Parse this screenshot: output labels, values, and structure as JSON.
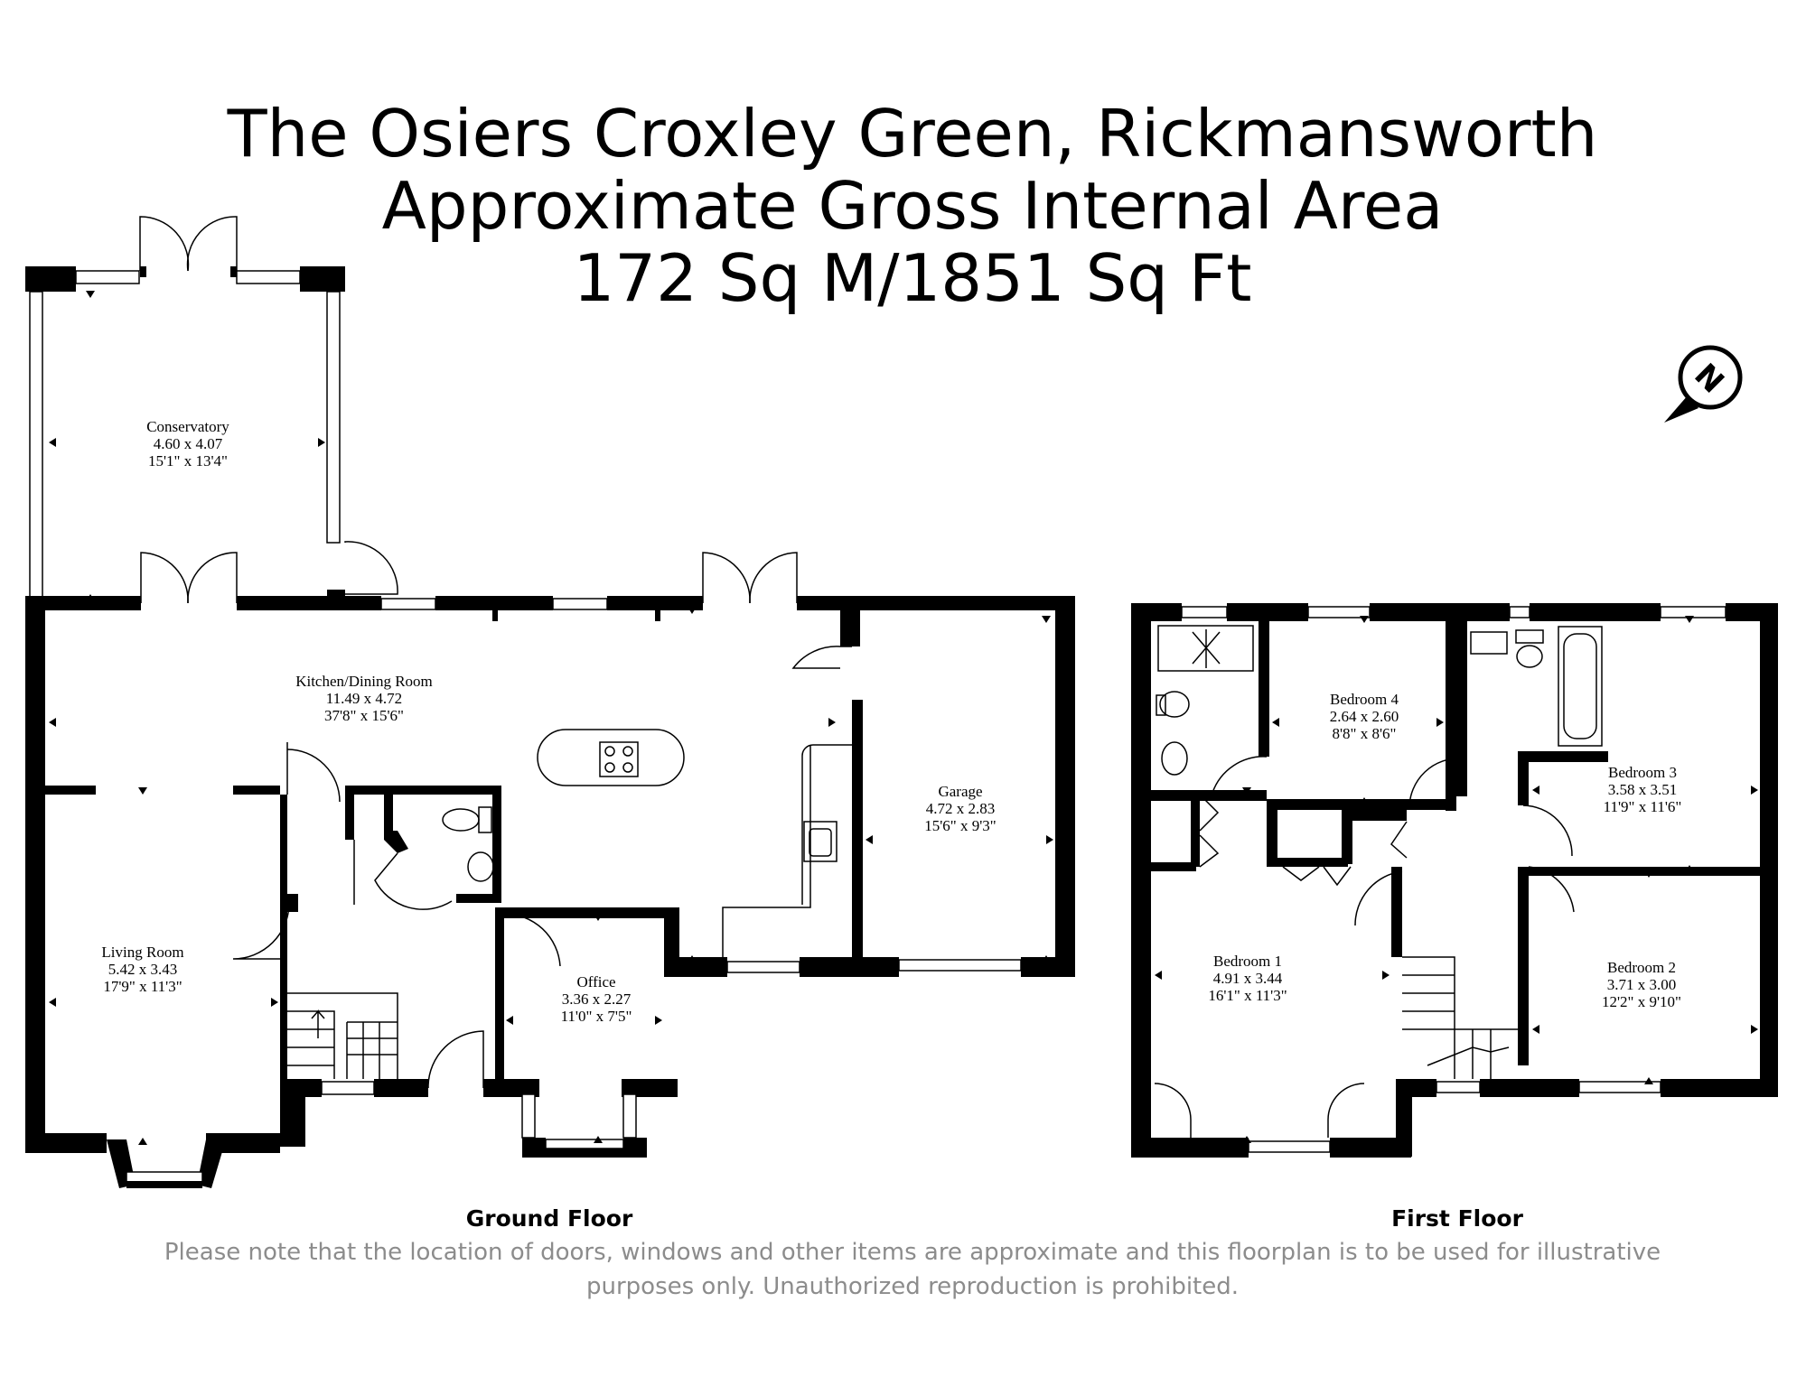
{
  "title": {
    "line1": "The Osiers Croxley Green, Rickmansworth",
    "line2": "Approximate Gross Internal Area",
    "line3": "172 Sq M/1851 Sq Ft"
  },
  "compass_letter": "N",
  "floors": {
    "ground": {
      "label": "Ground Floor",
      "rooms": [
        {
          "name": "Conservatory",
          "metric": "4.60 x 4.07",
          "imperial": "15'1\" x 13'4\""
        },
        {
          "name": "Kitchen/Dining Room",
          "metric": "11.49 x 4.72",
          "imperial": "37'8\" x 15'6\""
        },
        {
          "name": "Garage",
          "metric": "4.72 x 2.83",
          "imperial": "15'6\" x 9'3\""
        },
        {
          "name": "Living Room",
          "metric": "5.42 x 3.43",
          "imperial": "17'9\" x 11'3\""
        },
        {
          "name": "Office",
          "metric": "3.36 x 2.27",
          "imperial": "11'0\" x 7'5\""
        }
      ]
    },
    "first": {
      "label": "First Floor",
      "rooms": [
        {
          "name": "Bedroom 4",
          "metric": "2.64 x 2.60",
          "imperial": "8'8\" x 8'6\""
        },
        {
          "name": "Bedroom 3",
          "metric": "3.58 x 3.51",
          "imperial": "11'9\" x 11'6\""
        },
        {
          "name": "Bedroom 1",
          "metric": "4.91 x 3.44",
          "imperial": "16'1\" x 11'3\""
        },
        {
          "name": "Bedroom 2",
          "metric": "3.71 x 3.00",
          "imperial": "12'2\" x 9'10\""
        }
      ]
    }
  },
  "disclaimer": {
    "line1": "Please note that the location of doors, windows and other items are approximate and this floorplan is to be used for illustrative",
    "line2": "purposes only. Unauthorized reproduction is prohibited."
  }
}
